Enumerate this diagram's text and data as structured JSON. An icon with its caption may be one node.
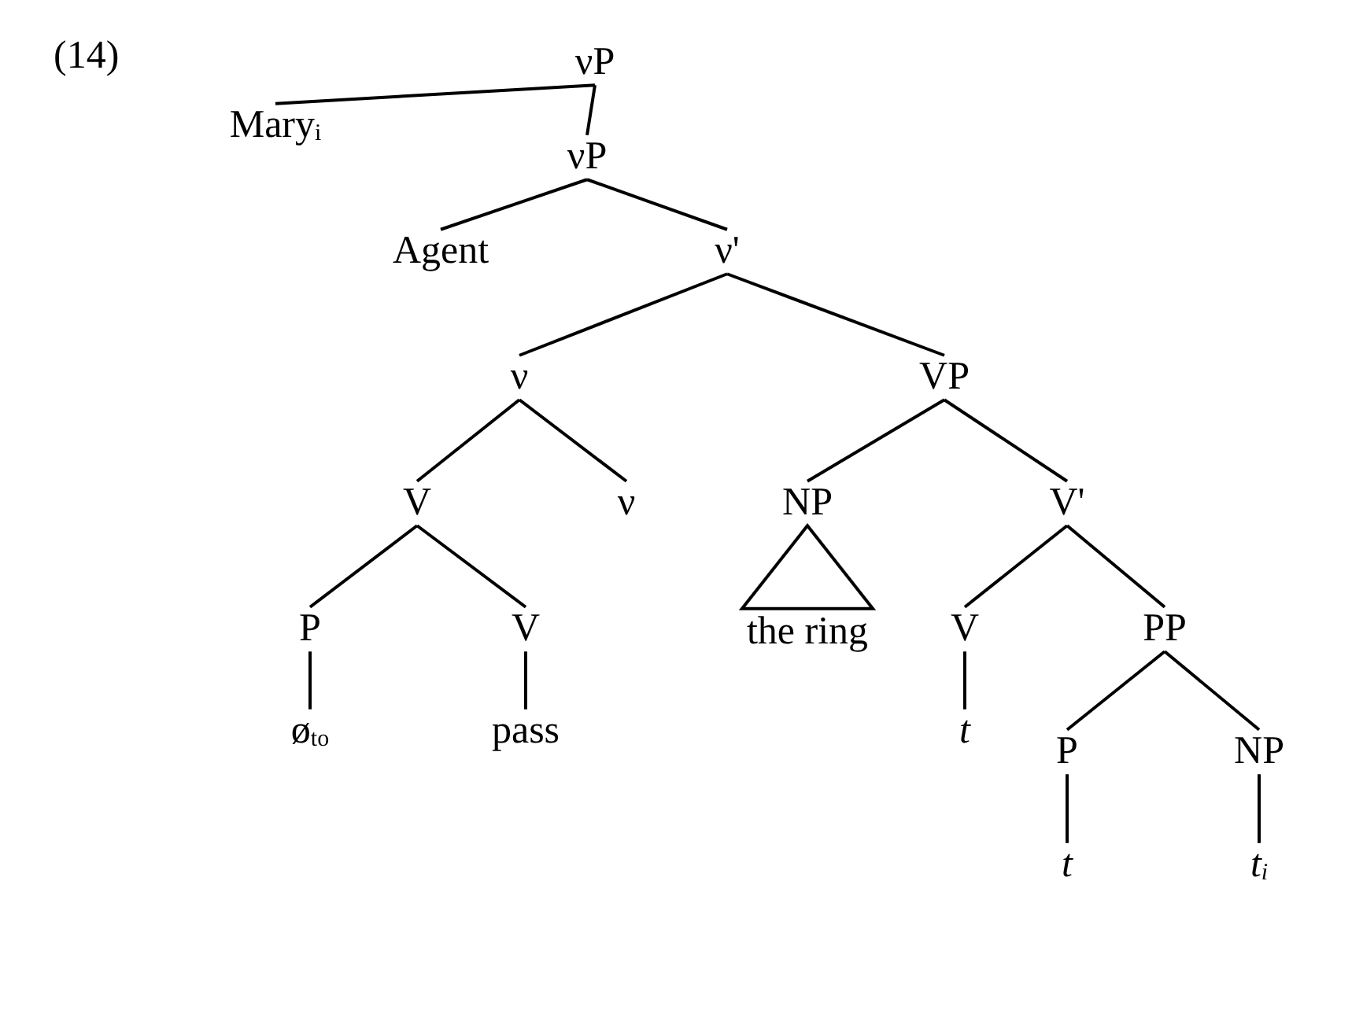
{
  "diagram": {
    "nodes": [
      {
        "text": [
          "νP"
        ]
      },
      {
        "text": [
          "Mary$_{i}$"
        ]
      },
      {
        "text": [
          "νP"
        ]
      },
      {
        "text": [
          "Agent"
        ]
      },
      {
        "text": [
          "ν'"
        ]
      },
      {
        "text": [
          "ν"
        ]
      },
      {
        "text": [
          "VP"
        ]
      },
      {
        "text": [
          "V"
        ]
      },
      {
        "text": [
          "ν"
        ]
      },
      {
        "text": [
          "NP"
        ]
      },
      {
        "text": [
          "V'"
        ]
      },
      {
        "text": [
          "P"
        ]
      },
      {
        "text": [
          "V"
        ]
      },
      {
        "text": [
          "the ring"
        ]
      },
      {
        "text": [
          "V"
        ]
      },
      {
        "text": [
          "PP"
        ]
      },
      {
        "text": [
          "ø$_{to}$"
        ]
      },
      {
        "text": [
          "pass"
        ]
      },
      {
        "text": [
          "t"
        ]
      },
      {
        "text": [
          "P"
        ]
      },
      {
        "text": [
          "NP"
        ]
      },
      {
        "text": [
          "t"
        ]
      },
      {
        "text": [
          "t$_{i}$"
        ]
      }
    ],
    "edges": [
      {
        "from": 0,
        "to": 1,
        "arrow": "none"
      },
      {
        "from": 0,
        "to": 2,
        "arrow": "none"
      },
      {
        "from": 2,
        "to": 3,
        "arrow": "none"
      },
      {
        "from": 2,
        "to": 4,
        "arrow": "none"
      },
      {
        "from": 4,
        "to": 5,
        "arrow": "none"
      },
      {
        "from": 4,
        "to": 6,
        "arrow": "none"
      },
      {
        "from": 5,
        "to": 7,
        "arrow": "none"
      },
      {
        "from": 5,
        "to": 8,
        "arrow": "none"
      },
      {
        "from": 6,
        "to": 9,
        "arrow": "none"
      },
      {
        "from": 6,
        "to": 10,
        "arrow": "none"
      },
      {
        "from": 7,
        "to": 11,
        "arrow": "none"
      },
      {
        "from": 7,
        "to": 12,
        "arrow": "none"
      },
      {
        "from": 9,
        "to": 13,
        "arrow": "none"
      },
      {
        "from": 10,
        "to": 14,
        "arrow": "none"
      },
      {
        "from": 10,
        "to": 15,
        "arrow": "none"
      },
      {
        "from": 11,
        "to": 16,
        "arrow": "none"
      },
      {
        "from": 12,
        "to": 17,
        "arrow": "none"
      },
      {
        "from": 14,
        "to": 18,
        "arrow": "none"
      },
      {
        "from": 15,
        "to": 19,
        "arrow": "none"
      },
      {
        "from": 15,
        "to": 20,
        "arrow": "none"
      },
      {
        "from": 19,
        "to": 21,
        "arrow": "none"
      },
      {
        "from": 20,
        "to": 22,
        "arrow": "none"
      }
    ],
    "labels": [
      "(14)"
    ]
  }
}
